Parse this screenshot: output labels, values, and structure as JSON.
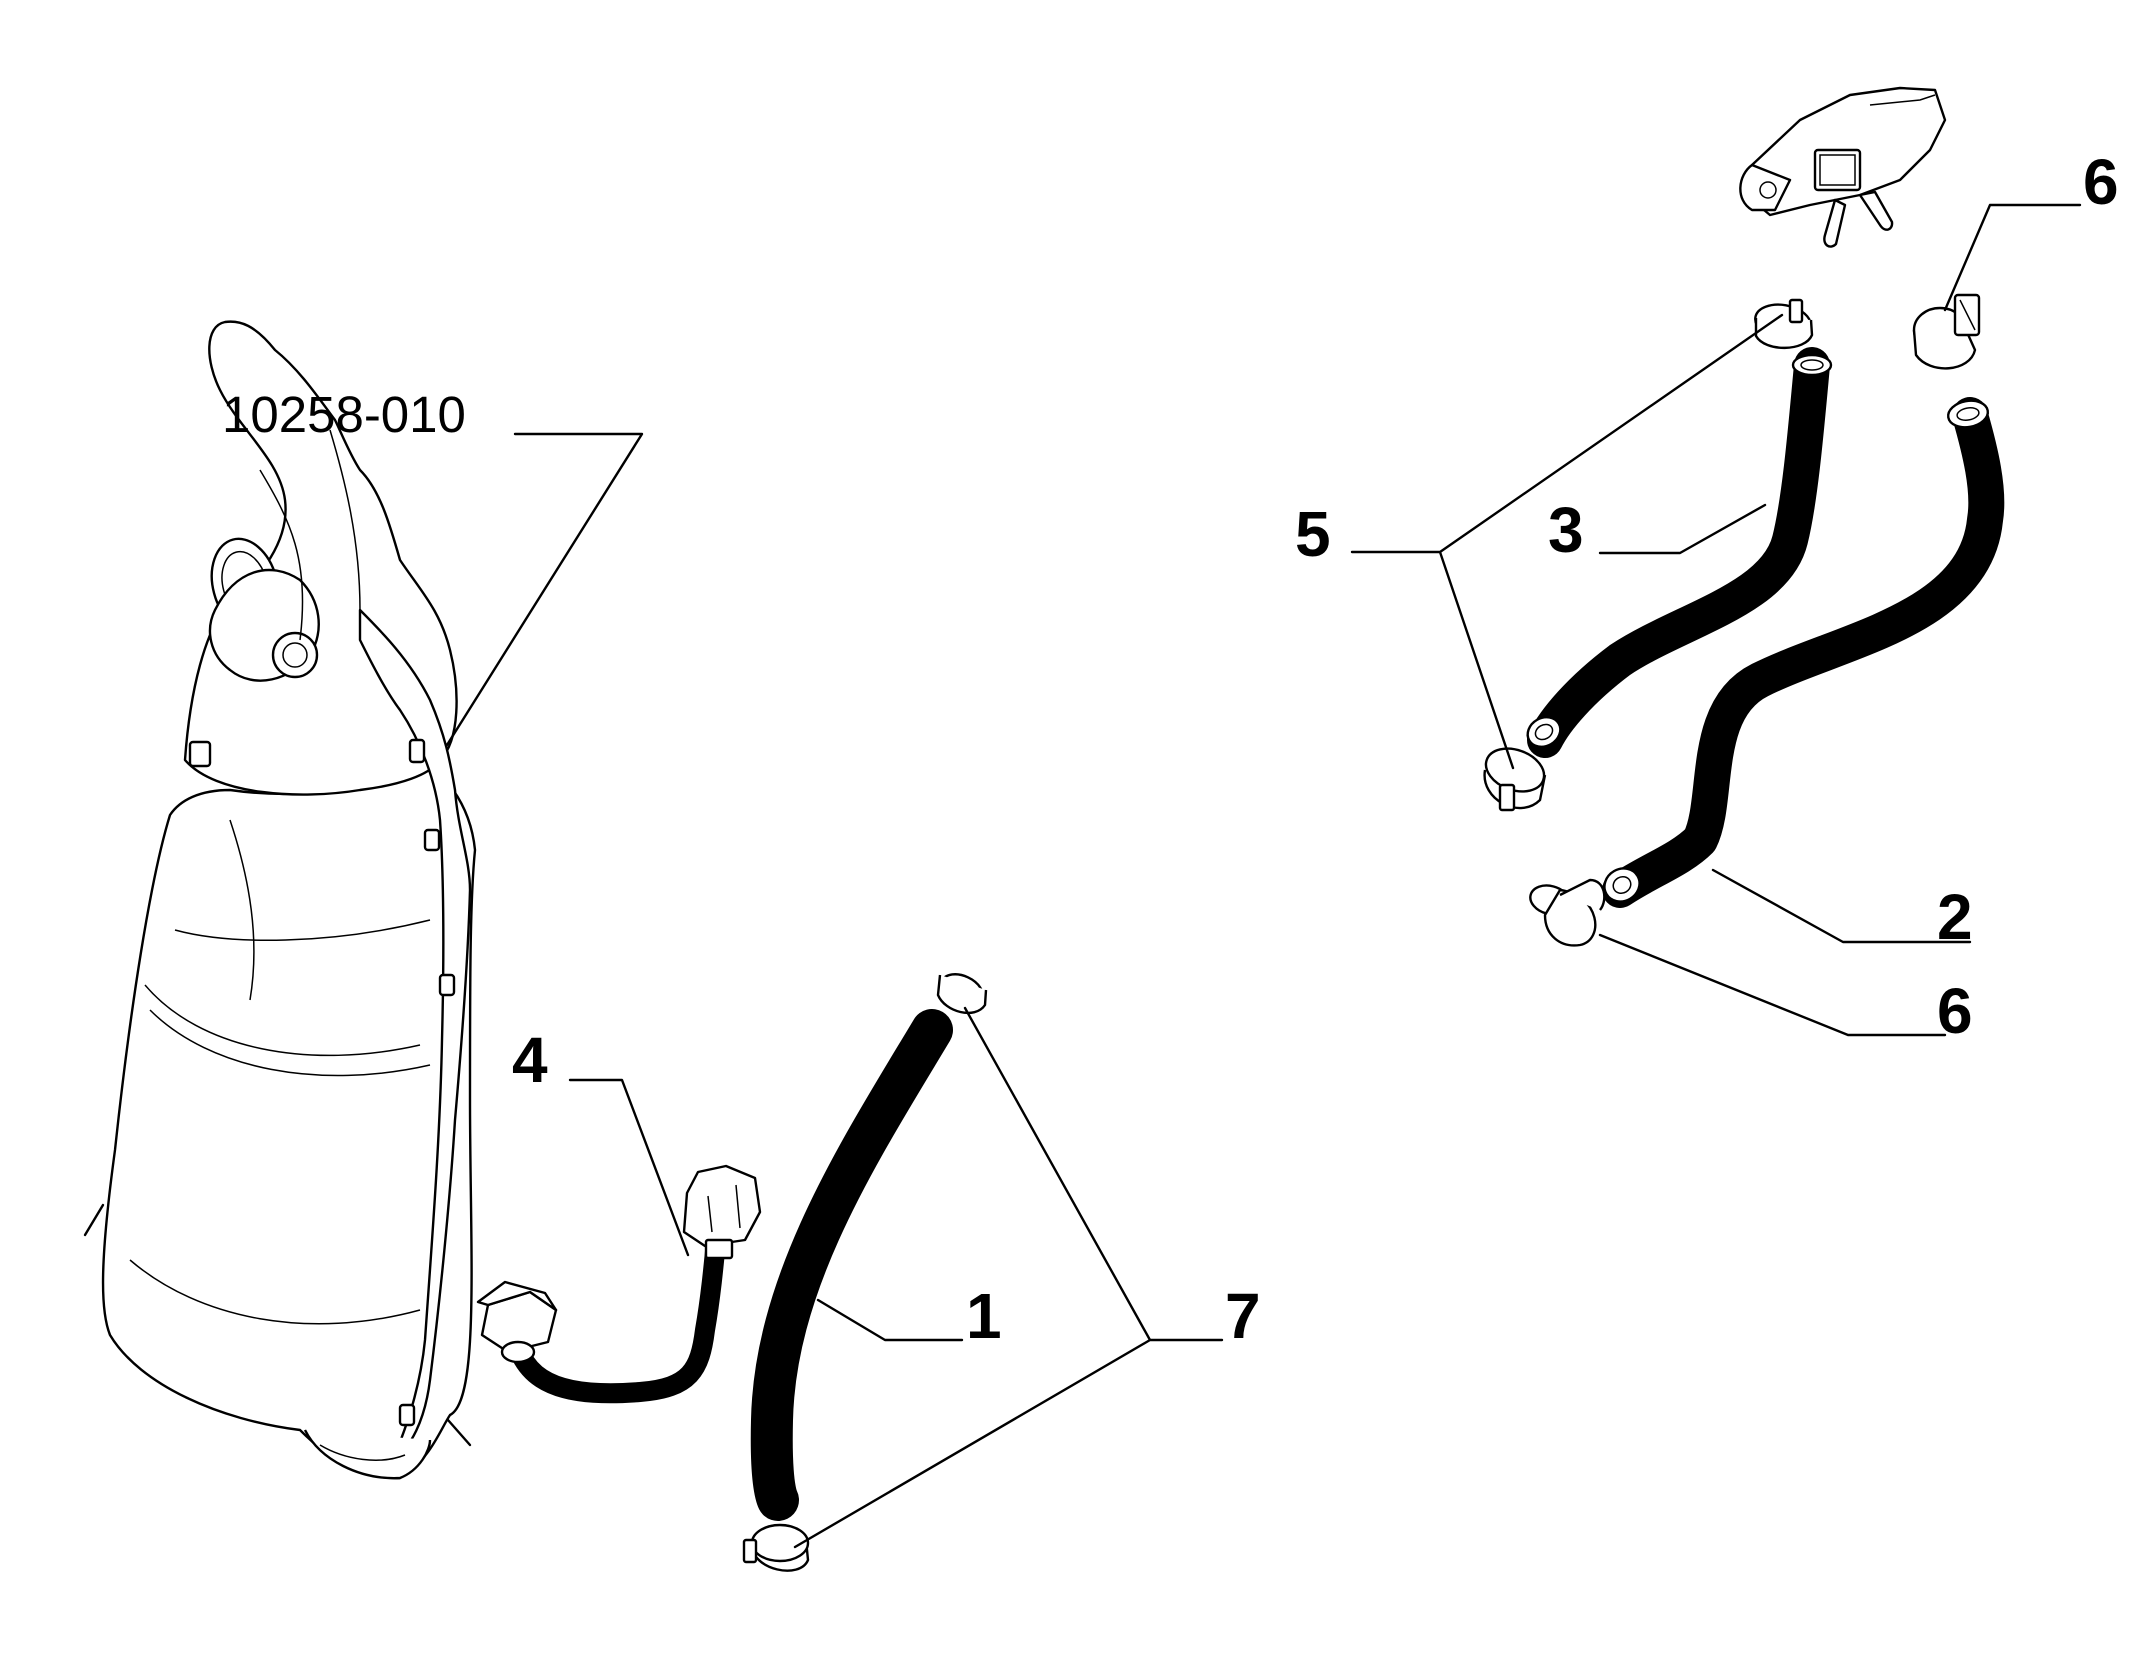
{
  "callouts": {
    "reference_code": "10258-010",
    "part_1": "1",
    "part_2": "2",
    "part_3": "3",
    "part_4": "4",
    "part_5": "5",
    "part_6_top": "6",
    "part_6_bottom": "6",
    "part_7": "7"
  }
}
